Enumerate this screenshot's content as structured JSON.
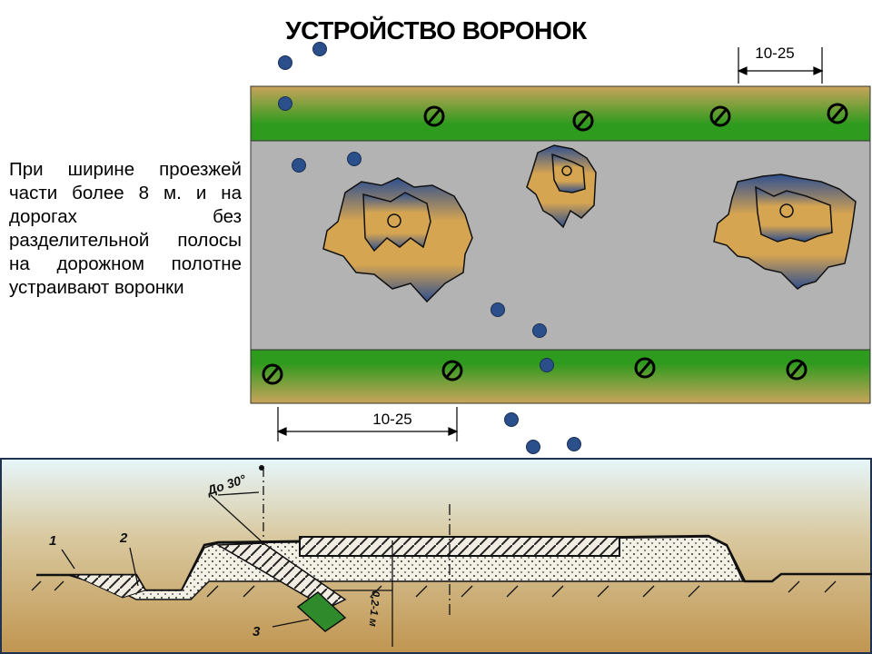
{
  "slide": {
    "title": "УСТРОЙСТВО ВОРОНОК",
    "description": "При ширине проезжей части более 8 м. и на дорогах без разделительной полосы на дорожном полотне устраивают воронки",
    "dimension_top": "10-25",
    "dimension_bottom": "10-25"
  },
  "cross_section": {
    "label_1": "1",
    "label_2": "2",
    "label_3": "3",
    "angle_label": "До 30°",
    "depth_label": "0,2-1 м"
  },
  "colors": {
    "verge_green": "#2e9a1e",
    "road_gray": "#b3b3b3",
    "dot_blue": "#2b4f8a",
    "crater_tan": "#d6a552",
    "crater_blue": "#2f4f8f"
  }
}
